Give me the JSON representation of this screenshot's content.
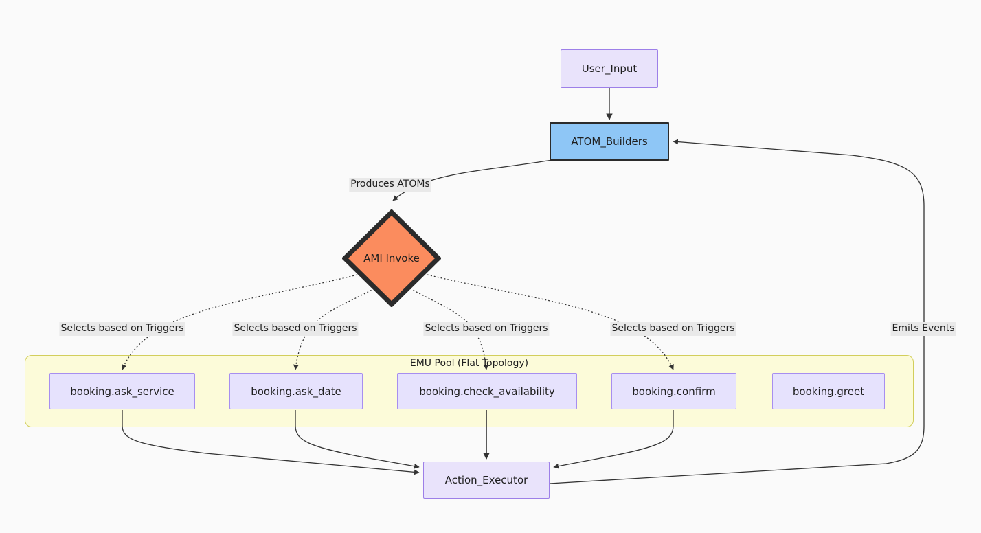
{
  "diagram": {
    "type": "flowchart",
    "background_color": "#fafafa",
    "nodes": {
      "user_input": {
        "label": "User_Input",
        "shape": "rect",
        "fill": "#e9e3fb",
        "stroke": "#9d7fe8"
      },
      "atom_builders": {
        "label": "ATOM_Builders",
        "shape": "rect",
        "fill": "#8ec6f6",
        "stroke": "#2b2b2b"
      },
      "ami_invoke": {
        "label": "AMI Invoke",
        "shape": "diamond",
        "fill": "#fb8c5e",
        "stroke": "#2b2b2b"
      },
      "action_executor": {
        "label": "Action_Executor",
        "shape": "rect",
        "fill": "#e9e3fb",
        "stroke": "#9d7fe8"
      }
    },
    "subgraph": {
      "title": "EMU Pool (Flat Topology)",
      "fill": "#fcfbd9",
      "stroke": "#d2ce5c",
      "nodes": [
        {
          "id": "ask_service",
          "label": "booking.ask_service"
        },
        {
          "id": "ask_date",
          "label": "booking.ask_date"
        },
        {
          "id": "check_availability",
          "label": "booking.check_availability"
        },
        {
          "id": "confirm",
          "label": "booking.confirm"
        },
        {
          "id": "greet",
          "label": "booking.greet"
        }
      ]
    },
    "edge_labels": [
      {
        "id": "produces-atoms",
        "text": "Produces ATOMs"
      },
      {
        "id": "selects-1",
        "text": "Selects based on Triggers"
      },
      {
        "id": "selects-2",
        "text": "Selects based on Triggers"
      },
      {
        "id": "selects-3",
        "text": "Selects based on Triggers"
      },
      {
        "id": "selects-4",
        "text": "Selects based on Triggers"
      },
      {
        "id": "emits-events",
        "text": "Emits Events"
      }
    ],
    "edges": [
      {
        "from": "user_input",
        "to": "atom_builders",
        "style": "solid",
        "label": ""
      },
      {
        "from": "atom_builders",
        "to": "ami_invoke",
        "style": "solid",
        "label": "Produces ATOMs"
      },
      {
        "from": "ami_invoke",
        "to": "ask_service",
        "style": "dotted",
        "label": "Selects based on Triggers"
      },
      {
        "from": "ami_invoke",
        "to": "ask_date",
        "style": "dotted",
        "label": "Selects based on Triggers"
      },
      {
        "from": "ami_invoke",
        "to": "check_availability",
        "style": "dotted",
        "label": "Selects based on Triggers"
      },
      {
        "from": "ami_invoke",
        "to": "confirm",
        "style": "dotted",
        "label": "Selects based on Triggers"
      },
      {
        "from": "ask_service",
        "to": "action_executor",
        "style": "solid",
        "label": ""
      },
      {
        "from": "ask_date",
        "to": "action_executor",
        "style": "solid",
        "label": ""
      },
      {
        "from": "check_availability",
        "to": "action_executor",
        "style": "solid",
        "label": ""
      },
      {
        "from": "confirm",
        "to": "action_executor",
        "style": "solid",
        "label": ""
      },
      {
        "from": "action_executor",
        "to": "atom_builders",
        "style": "solid",
        "label": "Emits Events"
      }
    ]
  }
}
